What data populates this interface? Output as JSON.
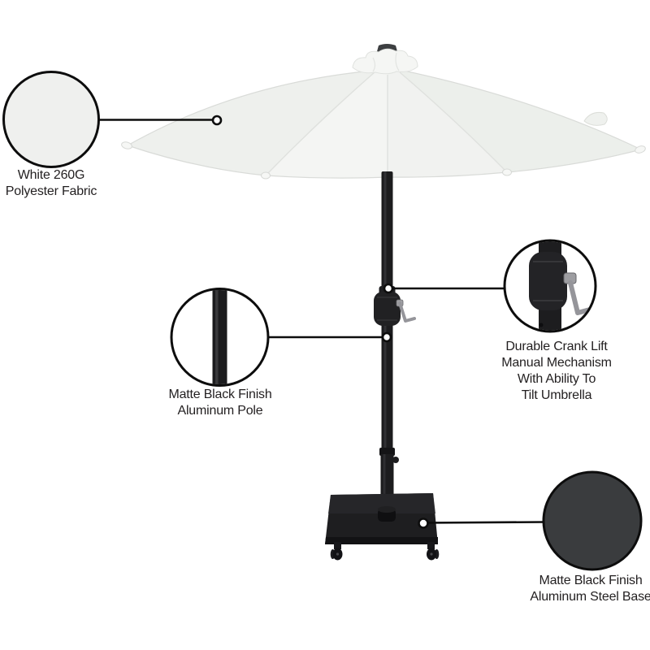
{
  "callouts": {
    "fabric": {
      "label_lines": [
        "White 260G",
        "Polyester Fabric"
      ]
    },
    "pole": {
      "label_lines": [
        "Matte Black Finish",
        "Aluminum Pole"
      ]
    },
    "crank": {
      "label_lines": [
        "Durable Crank Lift",
        "Manual Mechanism",
        "With Ability To",
        "Tilt Umbrella"
      ]
    },
    "base": {
      "label_lines": [
        "Matte Black Finish",
        "Aluminum Steel Base"
      ]
    }
  },
  "colors": {
    "background": "#ffffff",
    "line": "#0d0d0d",
    "text": "#221f20",
    "dark": "#1c1c1e",
    "silver": "#95959a",
    "canopy": "#f4f5f3",
    "seam": "#dfe1de",
    "swatch_light": "#eff0ee",
    "swatch_dark": "#3a3c3e"
  }
}
